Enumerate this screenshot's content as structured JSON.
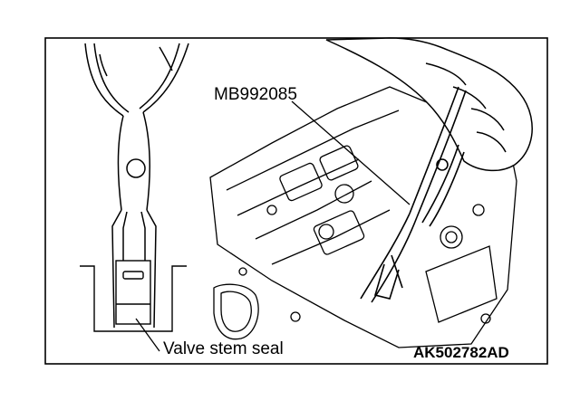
{
  "labels": {
    "tool": "MB992085",
    "part": "Valve stem seal",
    "figure_code": "AK502782AD"
  },
  "colors": {
    "ink": "#000000",
    "paper": "#ffffff",
    "shade": "#cfcfcf"
  }
}
